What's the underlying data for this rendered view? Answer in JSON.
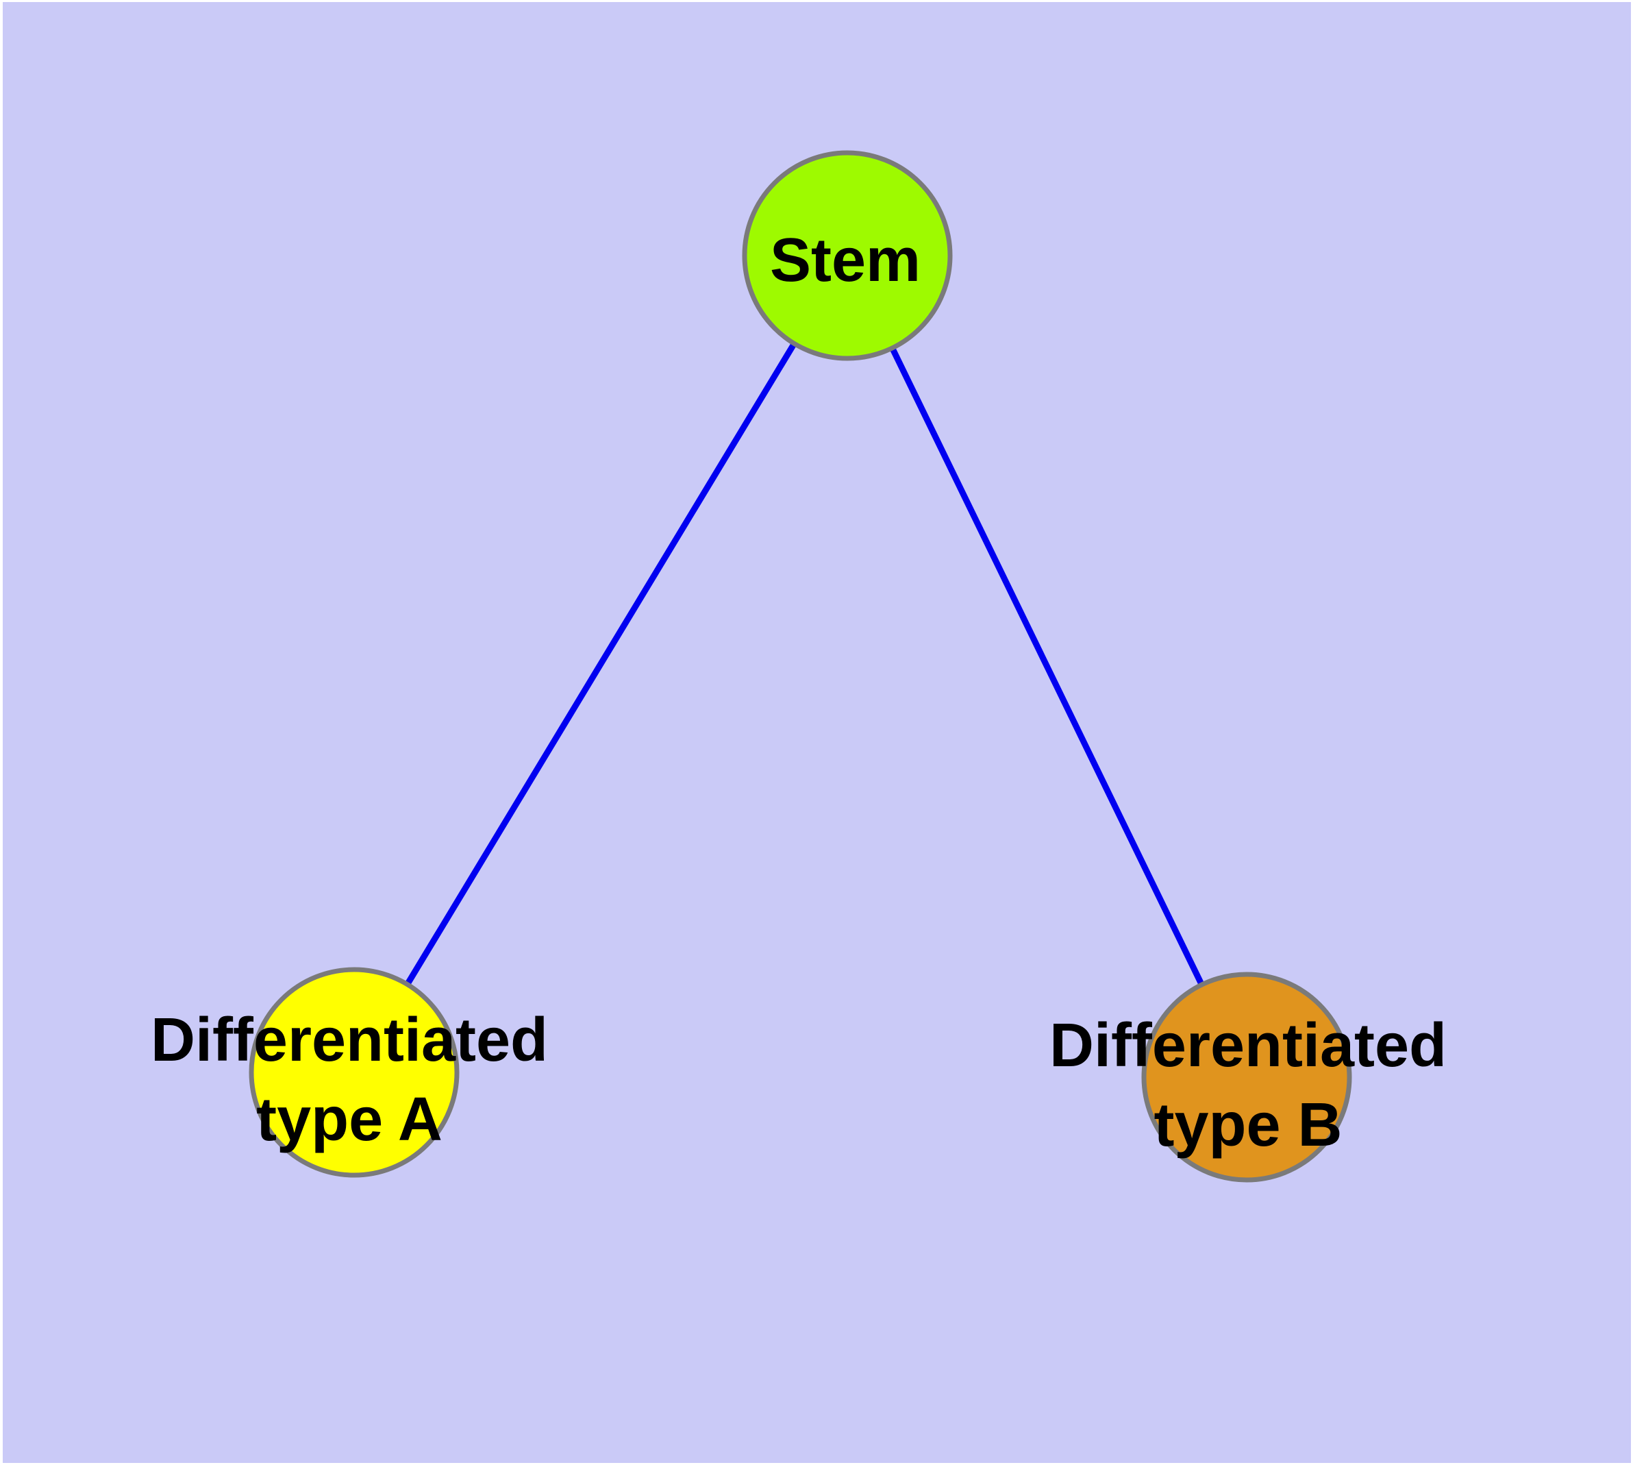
{
  "diagram": {
    "background_color": "#cacaf7",
    "border_color": "#ffffff",
    "edge_color": "#0000f0",
    "node_border_color": "#7a7a7a",
    "nodes": {
      "stem": {
        "label": "Stem",
        "fill_color": "#9efa00"
      },
      "type_a": {
        "label_line1": "Differentiated",
        "label_line2": "type A",
        "fill_color": "#ffff00"
      },
      "type_b": {
        "label_line1": "Differentiated",
        "label_line2": "type B",
        "fill_color": "#e0941e"
      }
    },
    "edges": [
      {
        "from": "Stem",
        "to": "Differentiated type A"
      },
      {
        "from": "Stem",
        "to": "Differentiated type B"
      }
    ]
  }
}
